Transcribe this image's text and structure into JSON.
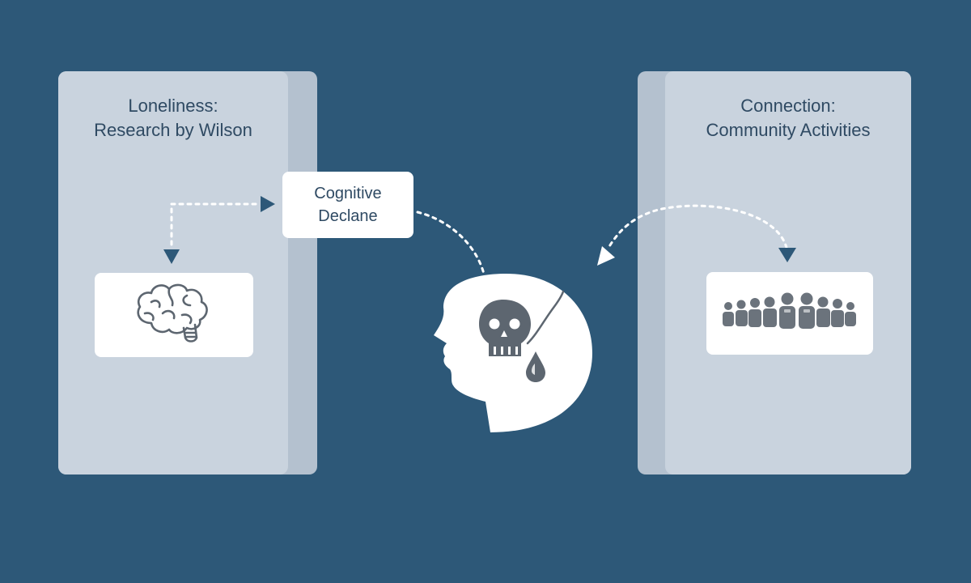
{
  "left_panel": {
    "title_line1": "Loneliness:",
    "title_line2": "Research by Wilson",
    "icon": "brain-icon"
  },
  "center_box": {
    "line1": "Cognitive",
    "line2": "Declane"
  },
  "right_panel": {
    "title_line1": "Connection:",
    "title_line2": "Community Activities",
    "icon": "group-of-people-icon"
  },
  "center_icon": "head-with-skull-and-drop-icon",
  "colors": {
    "background": "#2d5878",
    "panel": "#c9d3de",
    "panel_shadow": "#b4c1cf",
    "text": "#2f4a63",
    "icon_gray": "#5d6670",
    "connector": "#ffffff"
  }
}
